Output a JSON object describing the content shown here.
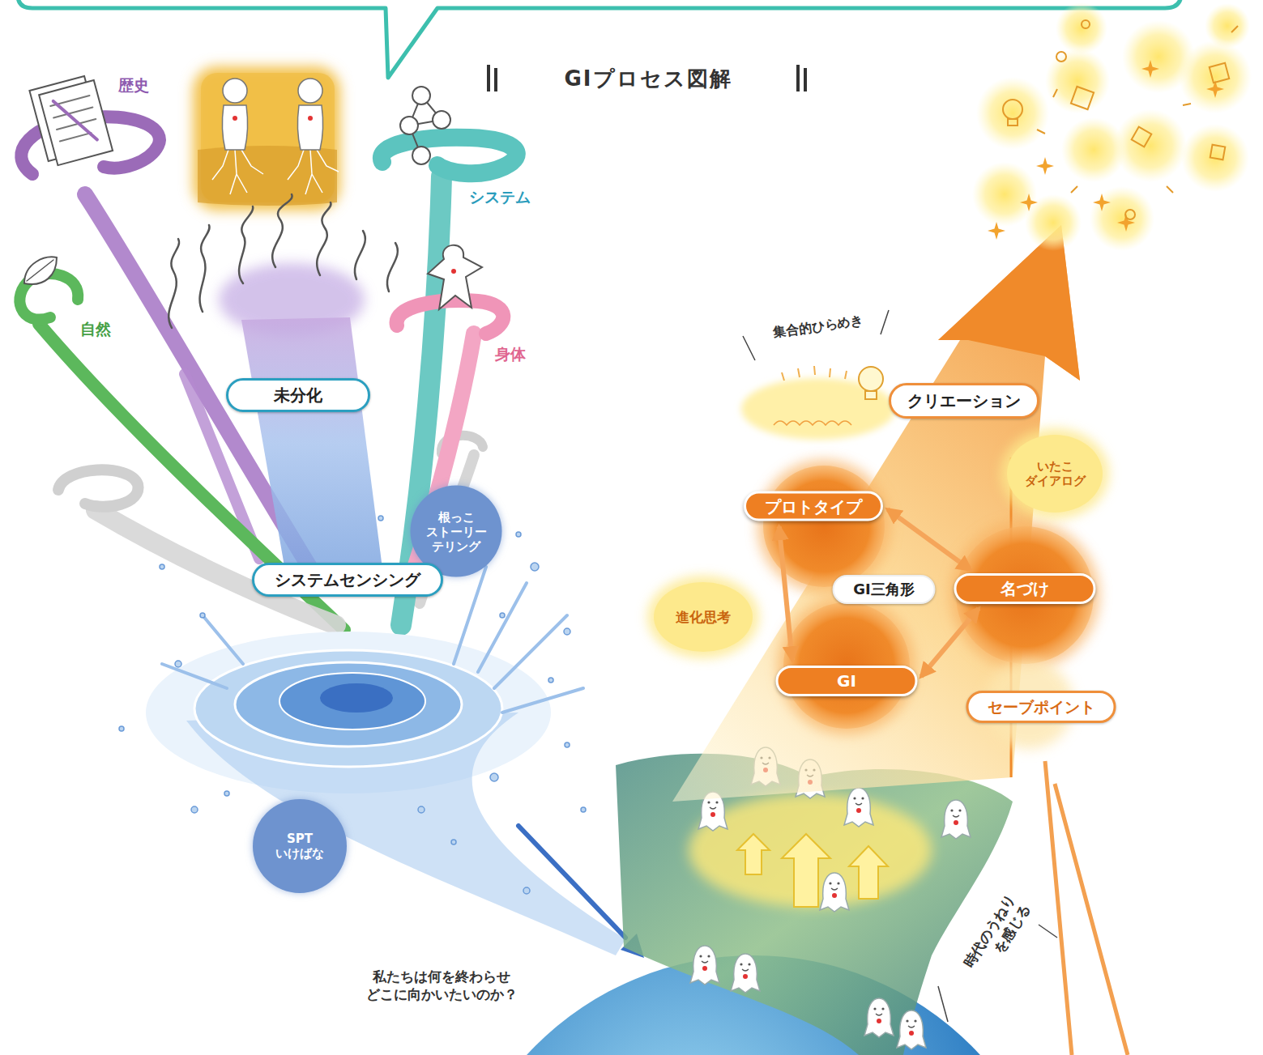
{
  "diagram": {
    "title": "GIプロセス図解",
    "nodes": [
      {
        "text": [
          "未分化"
        ]
      },
      {
        "text": [
          "根っこ ストーリー テリング"
        ]
      },
      {
        "text": [
          "システムセンシング"
        ]
      },
      {
        "text": [
          "SPT いけばな"
        ]
      },
      {
        "text": [
          "クリエーション"
        ]
      },
      {
        "text": [
          "いたこ ダイアログ"
        ]
      },
      {
        "text": [
          "プロトタイプ"
        ]
      },
      {
        "text": [
          "名づけ"
        ]
      },
      {
        "text": [
          "進化思考"
        ]
      },
      {
        "text": [
          "GI三角形"
        ]
      },
      {
        "text": [
          "GI"
        ]
      },
      {
        "text": [
          "セーブポイント"
        ]
      }
    ],
    "edges": [
      {
        "from": 6,
        "to": 7,
        "arrow": "both"
      },
      {
        "from": 10,
        "to": 6,
        "arrow": "both"
      },
      {
        "from": 10,
        "to": 7,
        "arrow": "both"
      }
    ],
    "labels": [
      "歴史",
      "システム",
      "自然",
      "身体",
      "集合的ひらめき",
      "私たちは何を終わらせ どこに向かいたいのか？",
      "時代のうねり を感じる"
    ]
  }
}
